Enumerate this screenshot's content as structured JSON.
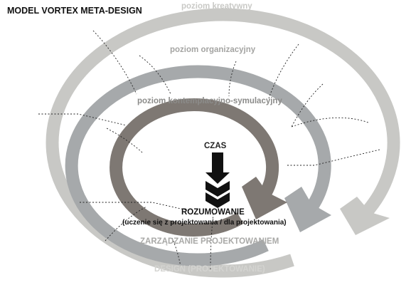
{
  "title": "MODEL VORTEX META-DESIGN",
  "rings": {
    "outer": "poziom kreatywny",
    "middle": "poziom organizacyjny",
    "inner": "poziom kontemplacyjno-symulacyjny"
  },
  "center": {
    "time_label": "CZAS",
    "reasoning": "ROZUMOWANIE",
    "reasoning_sub": "(uczenie się z projektowania / dla projektowania)"
  },
  "bottom": {
    "management": "ZARZĄDZANIE PROJEKTOWANIEM",
    "design": "DESIGN (PROJEKTOWANIE)"
  },
  "colors": {
    "outer_ring": "#c8c8c5",
    "middle_ring": "#a6a9ab",
    "inner_ring": "#7e7873",
    "arrow": "#111111"
  }
}
